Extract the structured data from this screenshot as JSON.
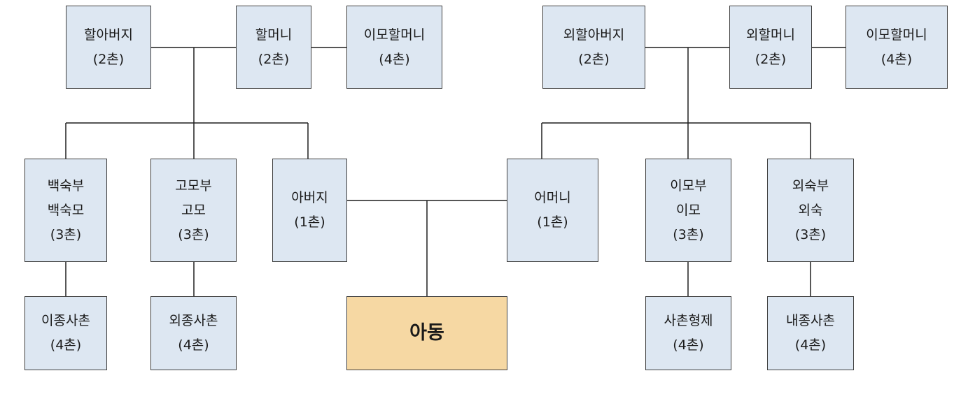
{
  "colors": {
    "box_fill": "#dde7f2",
    "main_fill": "#f6d8a3",
    "border": "#3f3f3f",
    "line": "#1f1f1f"
  },
  "nodes": {
    "paternal_grandfather": {
      "lines": [
        "할아버지",
        "(2촌)"
      ]
    },
    "paternal_grandmother": {
      "lines": [
        "할머니",
        "(2촌)"
      ]
    },
    "paternal_great_aunt": {
      "lines": [
        "이모할머니",
        "(4촌)"
      ]
    },
    "maternal_grandfather": {
      "lines": [
        "외할아버지",
        "(2촌)"
      ]
    },
    "maternal_grandmother": {
      "lines": [
        "외할머니",
        "(2촌)"
      ]
    },
    "maternal_great_aunt": {
      "lines": [
        "이모할머니",
        "(4촌)"
      ]
    },
    "paternal_uncle": {
      "lines": [
        "백숙부",
        "백숙모",
        "(3촌)"
      ]
    },
    "paternal_aunt": {
      "lines": [
        "고모부",
        "고모",
        "(3촌)"
      ]
    },
    "father": {
      "lines": [
        "아버지",
        "(1촌)"
      ]
    },
    "mother": {
      "lines": [
        "어머니",
        "(1촌)"
      ]
    },
    "maternal_aunt": {
      "lines": [
        "이모부",
        "이모",
        "(3촌)"
      ]
    },
    "maternal_uncle": {
      "lines": [
        "외숙부",
        "외숙",
        "(3촌)"
      ]
    },
    "cousin_paternal_uncle": {
      "lines": [
        "이종사촌",
        "(4촌)"
      ]
    },
    "cousin_paternal_aunt": {
      "lines": [
        "외종사촌",
        "(4촌)"
      ]
    },
    "child": {
      "lines": [
        "아동"
      ]
    },
    "cousin_maternal_aunt": {
      "lines": [
        "사촌형제",
        "(4촌)"
      ]
    },
    "cousin_maternal_uncle": {
      "lines": [
        "내종사촌",
        "(4촌)"
      ]
    }
  }
}
